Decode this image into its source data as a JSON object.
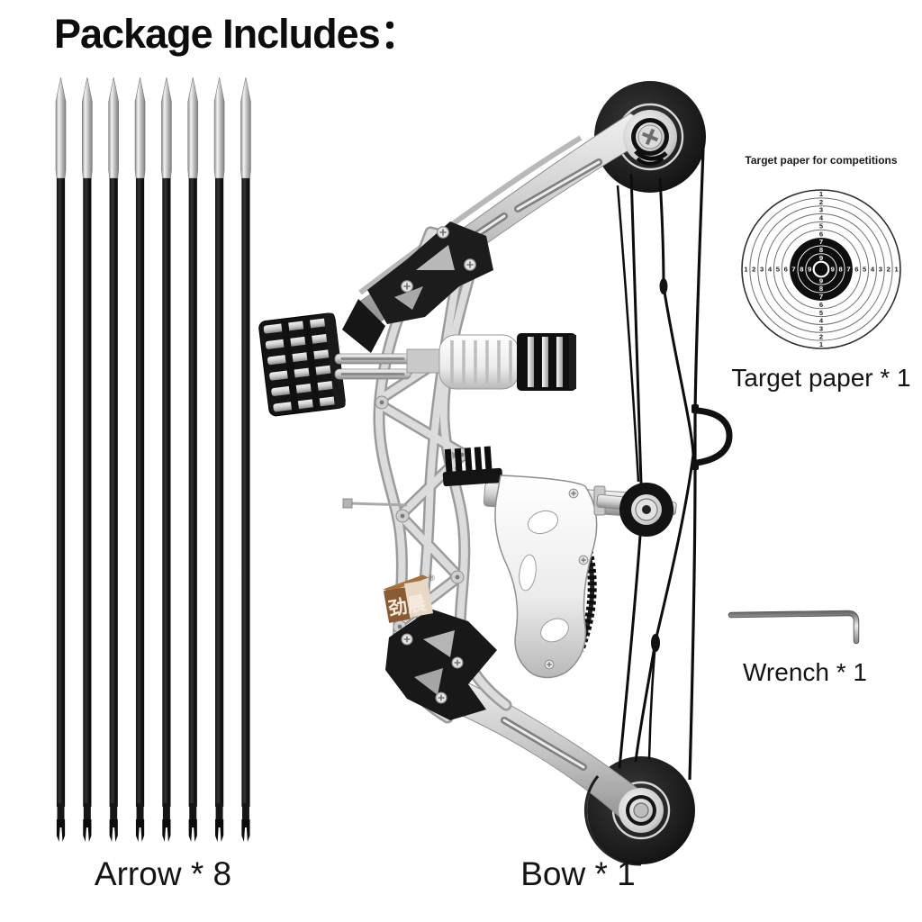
{
  "page": {
    "title": "Package Includes：",
    "background": "#ffffff",
    "text_color": "#141414"
  },
  "labels": {
    "arrow": "Arrow * 8",
    "bow": "Bow * 1",
    "target": "Target paper * 1",
    "wrench": "Wrench * 1"
  },
  "items": [
    {
      "name": "Arrow",
      "count": 8
    },
    {
      "name": "Bow",
      "count": 1
    },
    {
      "name": "Target paper",
      "count": 1
    },
    {
      "name": "Wrench",
      "count": 1
    }
  ],
  "arrows": {
    "count": 8,
    "tip_color": "#c7c7c7",
    "shaft_color": "#1d1d1d"
  },
  "target": {
    "title": "Target paper for competitions",
    "ring_numbers": [
      "1",
      "2",
      "3",
      "4",
      "5",
      "6",
      "7",
      "8",
      "9"
    ],
    "black_zone_start": 7,
    "colors": {
      "ring": "#6f6f6f",
      "bull": "#0d0d0d",
      "paper": "#ffffff"
    }
  },
  "bow": {
    "logo_text": "劲晨",
    "logo_mark": "®",
    "logo_color": "#8a5a33",
    "frame_color": "#cfcfcf",
    "cam_color": "#161616"
  }
}
